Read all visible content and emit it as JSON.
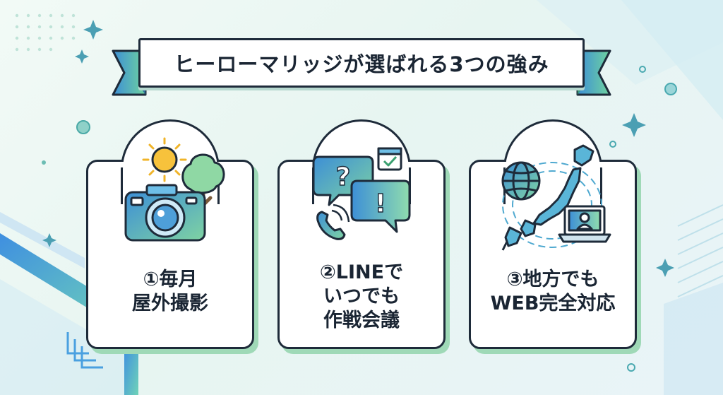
{
  "banner": {
    "title": "ヒーローマリッジが選ばれる3つの強み"
  },
  "cards": [
    {
      "lines": [
        "①毎月",
        "屋外撮影"
      ],
      "icon": "camera-outdoor-icon"
    },
    {
      "lines": [
        "②LINEで",
        "いつでも",
        "作戦会議"
      ],
      "icon": "chat-bubbles-icon"
    },
    {
      "lines": [
        "③地方でも",
        "WEB完全対応"
      ],
      "icon": "japan-map-globe-icon"
    }
  ],
  "colors": {
    "ink": "#1a2533",
    "accent_green": "#7fd3a2",
    "accent_blue": "#3d8fd6",
    "banner_ribbon": "#5fc7a6"
  }
}
